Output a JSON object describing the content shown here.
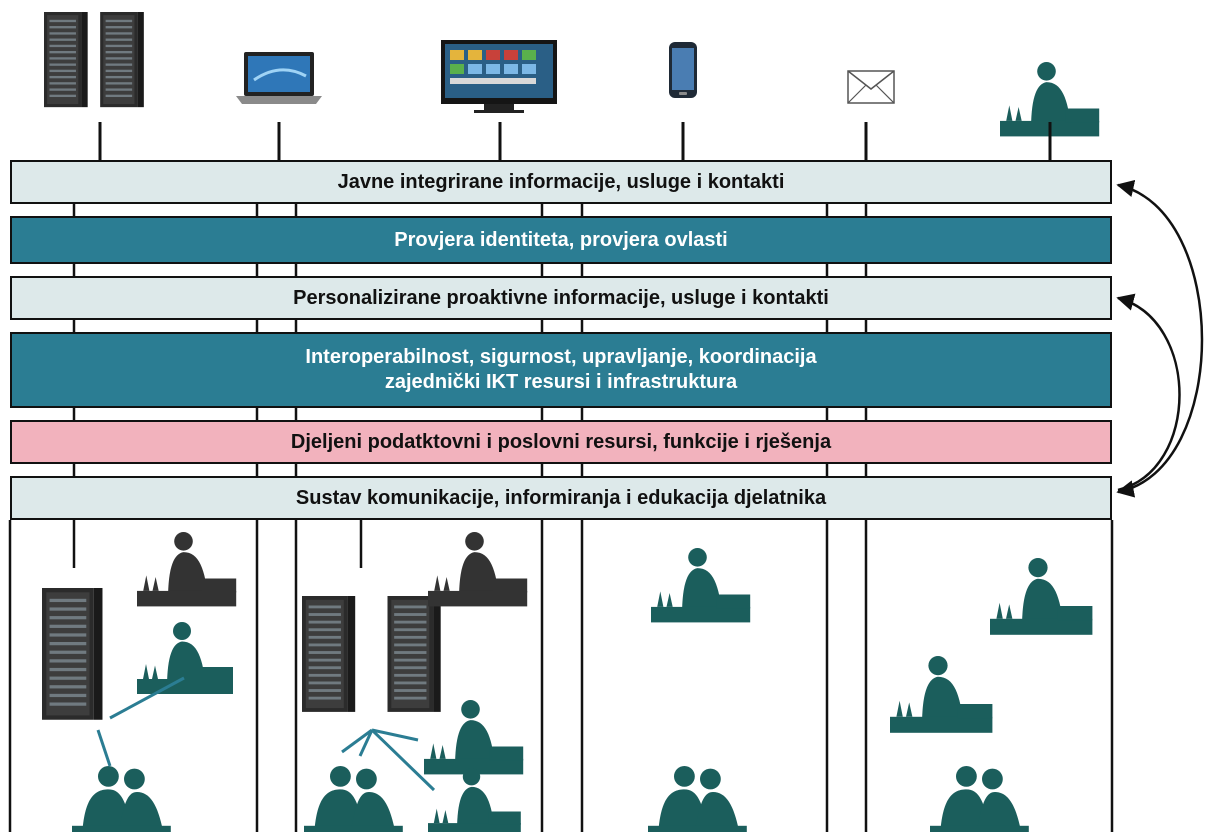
{
  "layers": {
    "l1": "Javne integrirane informacije, usluge i kontakti",
    "l2": "Provjera identiteta, provjera ovlasti",
    "l3": "Personalizirane proaktivne informacije, usluge i kontakti",
    "l4_line1": "Interoperabilnost, sigurnost, upravljanje, koordinacija",
    "l4_line2": "zajednički IKT resursi i infrastruktura",
    "l5": "Djeljeni podatktovni i poslovni resursi, funkcije i rješenja",
    "l6": "Sustav komunikacije, informiranja i edukacija djelatnika"
  },
  "icons": {
    "channels": [
      "server-icon",
      "laptop-icon",
      "smart-tv-icon",
      "smartphone-icon",
      "envelope-icon",
      "person-at-desk-icon"
    ],
    "back_office": [
      "server-icon",
      "person-at-desk-icon",
      "people-group-icon"
    ]
  },
  "colors": {
    "light_layer": "#dde9ea",
    "dark_layer": "#2b7d93",
    "pink_layer": "#f2b2bd",
    "figure_teal": "#1b5e5c",
    "figure_dark": "#333333",
    "line": "#111111"
  }
}
